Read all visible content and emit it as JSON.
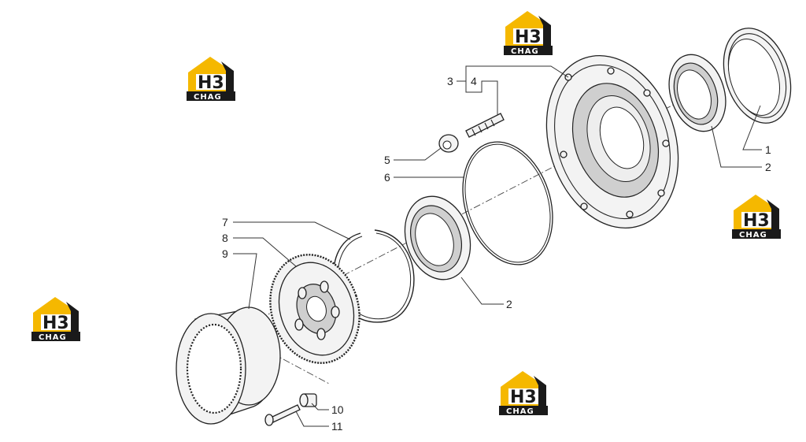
{
  "callouts": {
    "c1": "1",
    "c2a": "2",
    "c2b": "2",
    "c3": "3",
    "c4": "4",
    "c5": "5",
    "c6": "6",
    "c7": "7",
    "c8": "8",
    "c9": "9",
    "c10": "10",
    "c11": "11"
  },
  "watermark": {
    "brand": "H3",
    "subtitle": "CHAG",
    "accent": "#f5b800",
    "dark": "#1a1a1a"
  }
}
